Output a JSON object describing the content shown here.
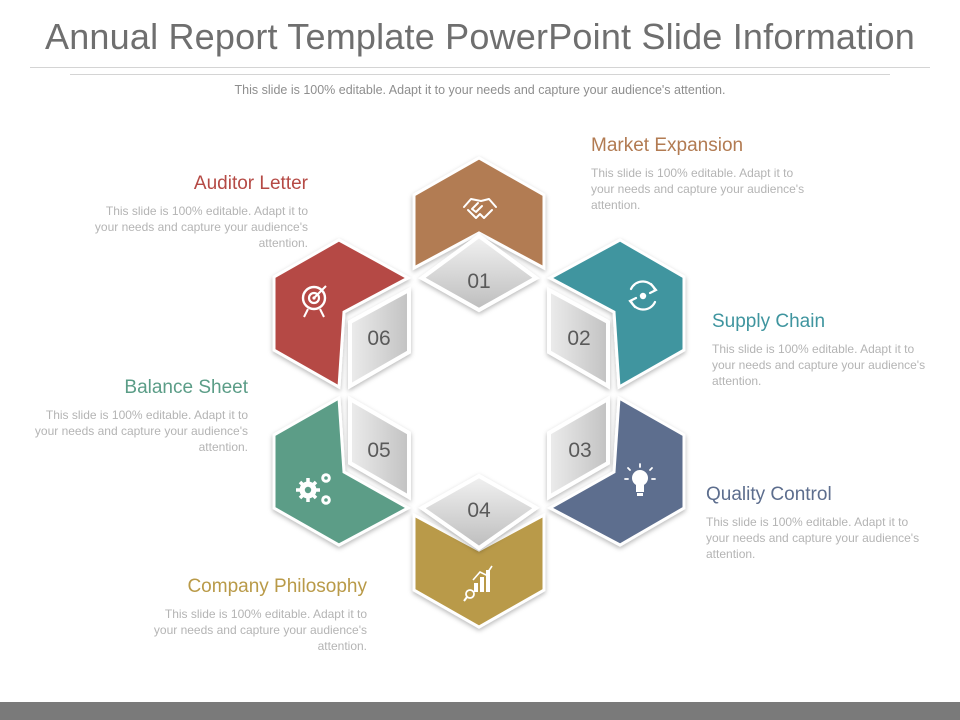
{
  "title": "Annual Report Template PowerPoint Slide Information",
  "subtitle": "This slide is 100% editable. Adapt it to your needs and capture your audience's attention.",
  "items": [
    {
      "number": "01",
      "title": "Market Expansion",
      "description": "This slide is 100% editable. Adapt it to your needs and capture your audience's attention.",
      "color": "#b27b52",
      "icon": "handshake-icon"
    },
    {
      "number": "02",
      "title": "Supply Chain",
      "description": "This slide is 100% editable. Adapt it to your needs and capture your audience's attention.",
      "color": "#3f959f",
      "icon": "refresh-cycle-icon"
    },
    {
      "number": "03",
      "title": "Quality Control",
      "description": "This slide is 100% editable. Adapt it to your needs and capture your audience's attention.",
      "color": "#5d6e8e",
      "icon": "lightbulb-icon"
    },
    {
      "number": "04",
      "title": "Company Philosophy",
      "description": "This slide is 100% editable. Adapt it to your needs and capture your audience's attention.",
      "color": "#b99a48",
      "icon": "bar-chart-icon"
    },
    {
      "number": "05",
      "title": "Balance Sheet",
      "description": "This slide is 100% editable. Adapt it to your needs and capture your audience's attention.",
      "color": "#5b9d87",
      "icon": "gears-icon"
    },
    {
      "number": "06",
      "title": "Auditor Letter",
      "description": "This slide is 100% editable. Adapt it to your needs and capture your audience's attention.",
      "color": "#b54a45",
      "icon": "target-icon"
    }
  ]
}
